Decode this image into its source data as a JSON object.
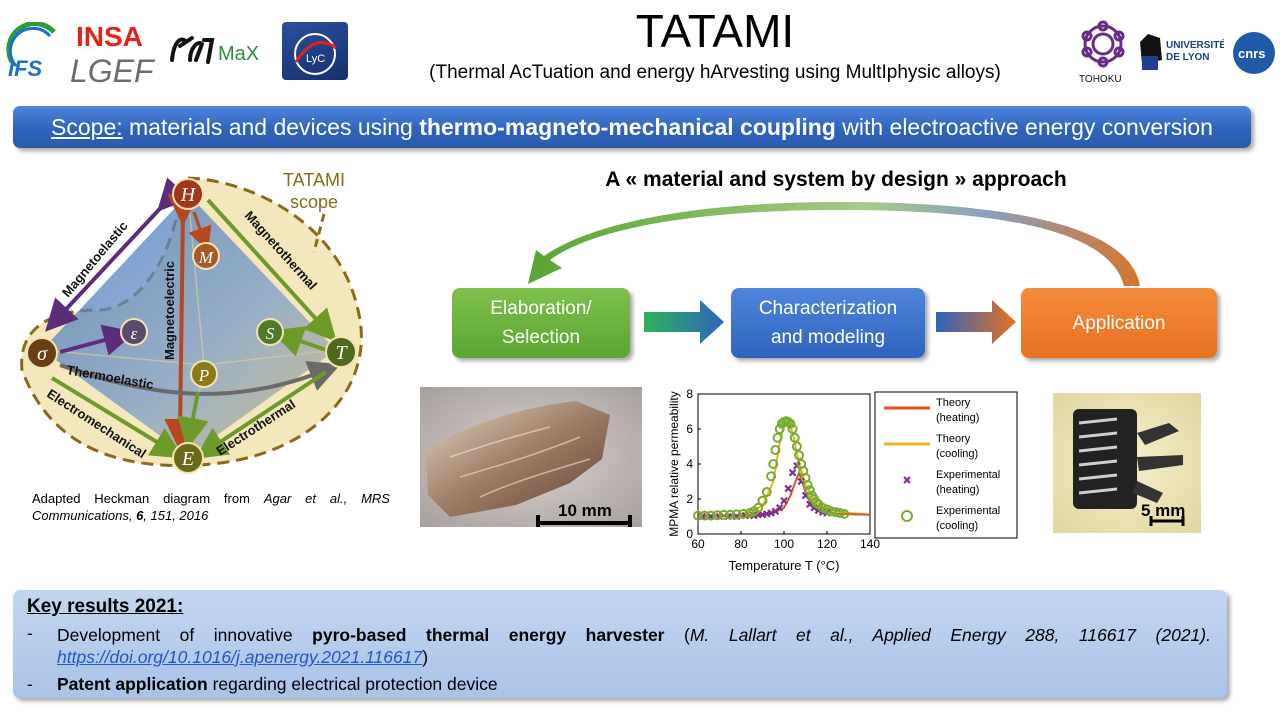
{
  "header": {
    "title": "TATAMI",
    "subtitle": "(Thermal AcTuation and energy hArvesting using MultIphysic alloys)"
  },
  "logos": {
    "ifs": "IFS",
    "insa": "INSA",
    "lgef": "LGEF",
    "elytmax": "MaX",
    "tohoku": "TOHOKU",
    "udl": [
      "UNIVERSITÉ",
      "DE LYON"
    ],
    "cnrs": "cnrs"
  },
  "scope": {
    "label": "Scope:",
    "text_before": "materials and devices using",
    "emphasis": "thermo-magneto-mechanical coupling",
    "text_after": "with electroactive energy conversion"
  },
  "heckman": {
    "nodes": [
      "H",
      "M",
      "ε",
      "S",
      "σ",
      "T",
      "P",
      "E"
    ],
    "couplings": [
      "Magnetoelastic",
      "Magnetoelectric",
      "Magnetothermal",
      "Thermoelastic",
      "Electromechanical",
      "Electrothermal"
    ],
    "scope_label": [
      "TATAMI",
      "scope"
    ],
    "caption_prefix": "Adapted Heckman diagram from",
    "caption_authors": "Agar et al.,",
    "caption_journal": "MRS Communications",
    "caption_volume": "6",
    "caption_rest": ", 151, 2016"
  },
  "approach": {
    "title": "A « material and system by design » approach",
    "steps": [
      {
        "line1": "Elaboration/",
        "line2": "Selection"
      },
      {
        "line1": "Characterization",
        "line2": "and modeling"
      },
      {
        "line1": "Application",
        "line2": ""
      }
    ]
  },
  "photos": {
    "foil_scale": "10 mm",
    "device_scale": "5 mm"
  },
  "chart_data": {
    "type": "scatter",
    "xlabel": "Temperature T (°C)",
    "ylabel": "MPMA relative permeability",
    "xlim": [
      60,
      140
    ],
    "ylim": [
      0,
      8
    ],
    "xticks": [
      60,
      80,
      100,
      120,
      140
    ],
    "yticks": [
      0,
      2,
      4,
      6,
      8
    ],
    "grid": false,
    "legend_placement": "right-outside",
    "series": [
      {
        "name": "Theory (heating)",
        "kind": "line",
        "color": "#d9531e",
        "x": [
          60,
          80,
          90,
          95,
          100,
          103,
          105,
          107,
          110,
          113,
          117,
          125,
          140
        ],
        "y": [
          1.0,
          1.05,
          1.1,
          1.2,
          1.5,
          2.2,
          2.9,
          3.5,
          2.4,
          1.6,
          1.3,
          1.15,
          1.1
        ]
      },
      {
        "name": "Theory (cooling)",
        "kind": "line",
        "color": "#edb120",
        "x": [
          60,
          80,
          90,
          95,
          98,
          100,
          102,
          104,
          106,
          110,
          115,
          120,
          130,
          140
        ],
        "y": [
          1.0,
          1.1,
          1.6,
          3.0,
          5.2,
          6.2,
          6.4,
          5.8,
          4.6,
          2.8,
          1.8,
          1.4,
          1.2,
          1.1
        ]
      },
      {
        "name": "Experimental (heating)",
        "kind": "cross",
        "color": "#7e2f8e",
        "x": [
          62,
          66,
          70,
          74,
          78,
          82,
          86,
          88,
          90,
          92,
          94,
          96,
          98,
          100,
          102,
          104,
          106,
          108,
          110,
          112,
          114,
          116,
          118,
          120
        ],
        "y": [
          1.0,
          1.0,
          1.0,
          1.0,
          1.0,
          1.05,
          1.05,
          1.1,
          1.1,
          1.15,
          1.2,
          1.3,
          1.5,
          1.9,
          2.6,
          3.5,
          3.9,
          3.0,
          2.2,
          1.7,
          1.5,
          1.35,
          1.25,
          1.2
        ]
      },
      {
        "name": "Experimental (cooling)",
        "kind": "circle",
        "color": "#77ac30",
        "x": [
          60,
          63,
          66,
          69,
          72,
          75,
          78,
          81,
          84,
          86,
          88,
          90,
          92,
          94,
          95,
          96,
          97,
          98,
          99,
          100,
          101,
          102,
          103,
          104,
          105,
          106,
          107,
          108,
          109,
          110,
          111,
          112,
          113,
          114,
          115,
          116,
          118,
          120,
          122,
          124,
          126,
          128
        ],
        "y": [
          1.05,
          1.05,
          1.05,
          1.07,
          1.1,
          1.1,
          1.12,
          1.15,
          1.2,
          1.3,
          1.5,
          1.9,
          2.4,
          3.3,
          4.0,
          4.8,
          5.5,
          6.0,
          6.3,
          6.4,
          6.45,
          6.4,
          6.3,
          6.0,
          5.5,
          5.0,
          4.5,
          4.0,
          3.6,
          3.2,
          2.8,
          2.5,
          2.2,
          2.0,
          1.8,
          1.7,
          1.5,
          1.4,
          1.3,
          1.25,
          1.2,
          1.15
        ]
      }
    ],
    "legend": [
      {
        "label": [
          "Theory",
          "(heating)"
        ]
      },
      {
        "label": [
          "Theory",
          "(cooling)"
        ]
      },
      {
        "label": [
          "Experimental",
          "(heating)"
        ]
      },
      {
        "label": [
          "Experimental",
          "(cooling)"
        ]
      }
    ]
  },
  "key_results": {
    "title": "Key results 2021:",
    "items": [
      {
        "dash": "-",
        "prefix": "Development of innovative",
        "bold": "pyro-based thermal energy harvester",
        "ref_open": "(",
        "ref": "M. Lallart et al., Applied Energy 288, 116617 (2021).",
        "link": "https://doi.org/10.1016/j.apenergy.2021.116617",
        "ref_close": ")"
      },
      {
        "dash": "-",
        "bold": "Patent application",
        "suffix": "regarding electrical protection device"
      }
    ]
  },
  "colors": {
    "banner_blue": "#2e64be",
    "green": "#5aa532",
    "orange": "#e8711f",
    "scope_fill": "#f3e3b0",
    "scope_border": "#8a6a1a",
    "node_brown": "#6b4010"
  }
}
